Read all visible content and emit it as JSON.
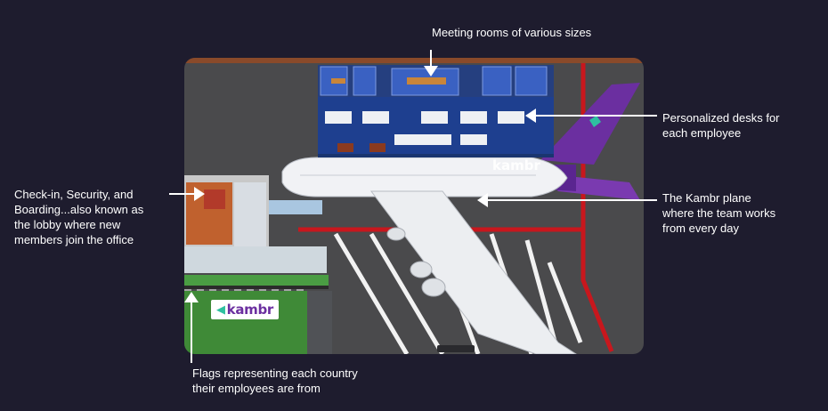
{
  "annotations": {
    "meeting_rooms": "Meeting rooms of various sizes",
    "desks": "Personalized desks for\neach employee",
    "plane": "The Kambr plane\nwhere the team works\nfrom every day",
    "checkin": "Check-in, Security, and\nBoarding...also known as\nthe lobby where new\nmembers join the office",
    "flags": "Flags representing each country\ntheir employees are from"
  },
  "scene": {
    "brand_sign": "kambr",
    "tail_text": "kambr"
  },
  "colors": {
    "background": "#1e1c2e",
    "arrow": "#ffffff",
    "tarmac": "#4a4a4c",
    "runway_red": "#c8171d",
    "office_floor": "#1e3f8f",
    "plane_purple": "#6b2fa0",
    "grass": "#3f8a37"
  }
}
